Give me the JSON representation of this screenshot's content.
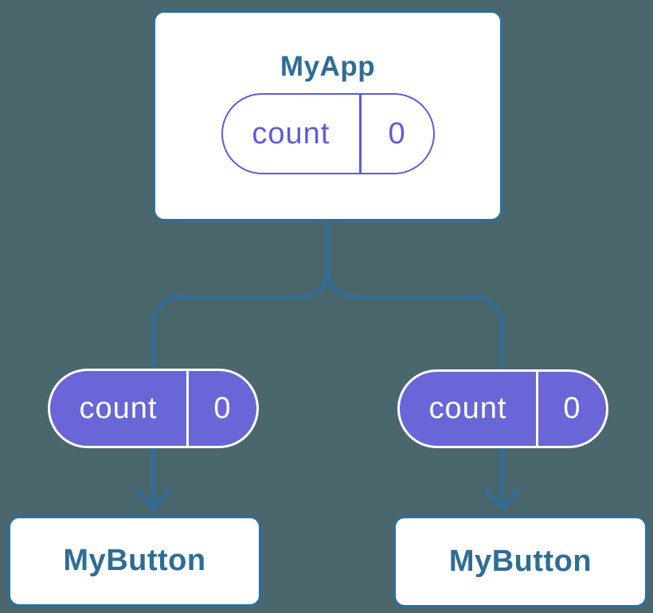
{
  "diagram": {
    "root": {
      "title": "MyApp",
      "state": {
        "label": "count",
        "value": "0"
      }
    },
    "children": [
      {
        "title": "MyButton",
        "prop": {
          "label": "count",
          "value": "0"
        }
      },
      {
        "title": "MyButton",
        "prop": {
          "label": "count",
          "value": "0"
        }
      }
    ]
  },
  "colors": {
    "background": "#4b676e",
    "line": "#2d6e9c",
    "node_border": "#2d6e9c",
    "node_text": "#2e6d94",
    "node_bg": "#ffffff",
    "pill_outline": "#5f5bd8",
    "pill_fill": "#6a66d8",
    "pill_fill_text": "#ffffff"
  }
}
